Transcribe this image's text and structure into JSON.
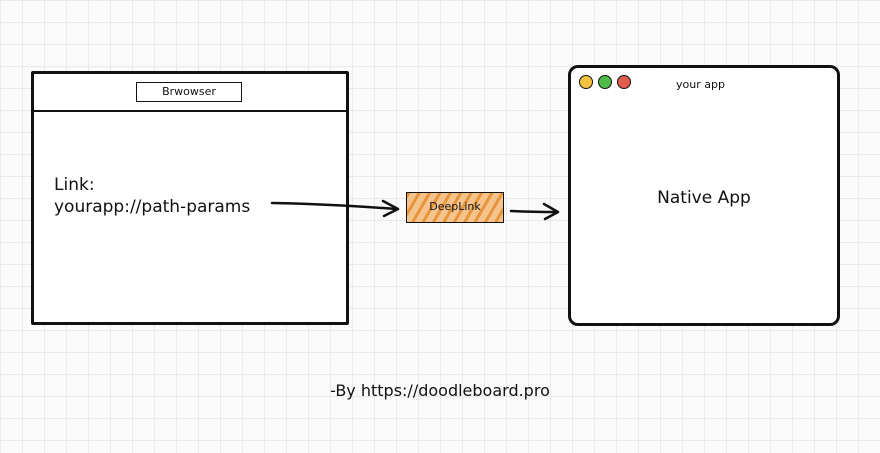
{
  "browser": {
    "address_bar": "Brwowser",
    "link_text": "Link:\nyourapp://path-params"
  },
  "deeplink": {
    "label": "DeepLink"
  },
  "app": {
    "title": "your app",
    "label": "Native App"
  },
  "footer": {
    "credit": "-By https://doodleboard.pro"
  },
  "colors": {
    "dot_yellow": "#f5c242",
    "dot_green": "#4cbb4a",
    "dot_red": "#e25b4f",
    "deeplink_fill": "#f4c48c",
    "deeplink_hatch": "#e8943a"
  }
}
